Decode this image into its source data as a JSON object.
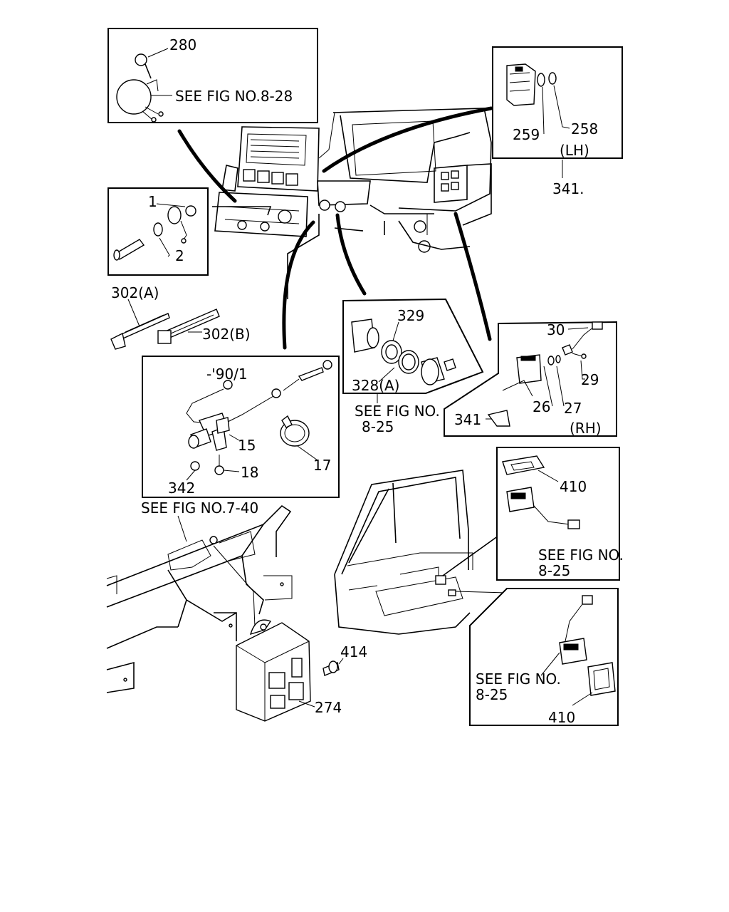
{
  "callouts": {
    "c280": "280",
    "see_fig_828": "SEE FIG NO.8-28",
    "c258": "258",
    "c259": "259",
    "lh": "(LH)",
    "c341_top": "341.",
    "c1": "1",
    "c2": "2",
    "c302a": "302(A)",
    "c302b": "302(B)",
    "c329": "329",
    "c328a": "328(A)",
    "see_fig_no_1": "SEE FIG NO.",
    "fig_825_1": "8-25",
    "c30": "30",
    "c29": "29",
    "c341_mid": "341",
    "c26": "26",
    "c27": "27",
    "rh": "(RH)",
    "year_note": "-'90/1",
    "c15": "15",
    "c17": "17",
    "c18": "18",
    "c342": "342",
    "see_fig_740": "SEE FIG NO.7-40",
    "c410_top": "410",
    "see_fig_no_2": "SEE FIG NO.",
    "fig_825_2": "8-25",
    "c414": "414",
    "c274": "274",
    "see_fig_no_3": "SEE FIG NO.",
    "fig_825_3": "8-25",
    "c410_bot": "410"
  }
}
